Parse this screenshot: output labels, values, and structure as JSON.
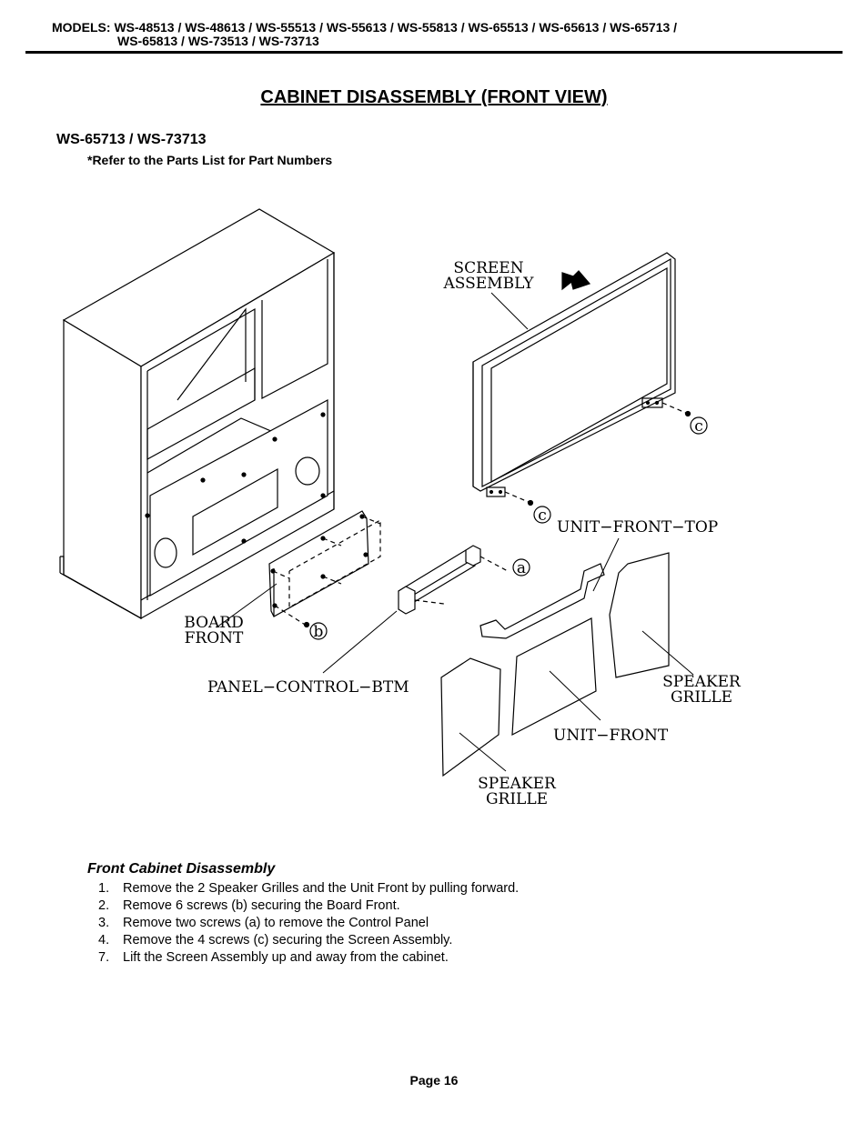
{
  "header": {
    "models_line1": "MODELS: WS-48513 / WS-48613 / WS-55513 / WS-55613 / WS-55813 / WS-65513 / WS-65613 / WS-65713 /",
    "models_line2": "WS-65813 / WS-73513 / WS-73713"
  },
  "page_title": "CABINET DISASSEMBLY (FRONT VIEW)",
  "subtitle": "WS-65713 / WS-73713",
  "note": "*Refer to the Parts List for Part Numbers",
  "diagram": {
    "labels": {
      "screen_assembly": [
        "SCREEN",
        "ASSEMBLY"
      ],
      "board_front": [
        "BOARD",
        "FRONT"
      ],
      "panel_control_btm": "PANEL−CONTROL−BTM",
      "unit_front_top": "UNIT−FRONT−TOP",
      "unit_front": "UNIT−FRONT",
      "speaker_grille_right": [
        "SPEAKER",
        "GRILLE"
      ],
      "speaker_grille_left": [
        "SPEAKER",
        "GRILLE"
      ]
    },
    "callouts": {
      "a": "a",
      "b": "b",
      "c": "c"
    }
  },
  "instructions": {
    "heading": "Front Cabinet Disassembly",
    "steps": [
      {
        "num": "1.",
        "text": "Remove the 2 Speaker Grilles and the Unit Front by pulling forward."
      },
      {
        "num": "2.",
        "text": "Remove 6 screws (b) securing the Board Front."
      },
      {
        "num": "3.",
        "text": "Remove two screws (a) to remove the Control Panel"
      },
      {
        "num": "4.",
        "text": "Remove the 4 screws (c) securing the Screen Assembly."
      },
      {
        "num": "7.",
        "text": "Lift the Screen Assembly up and away from the cabinet."
      }
    ]
  },
  "footer": {
    "page": "Page 16"
  }
}
